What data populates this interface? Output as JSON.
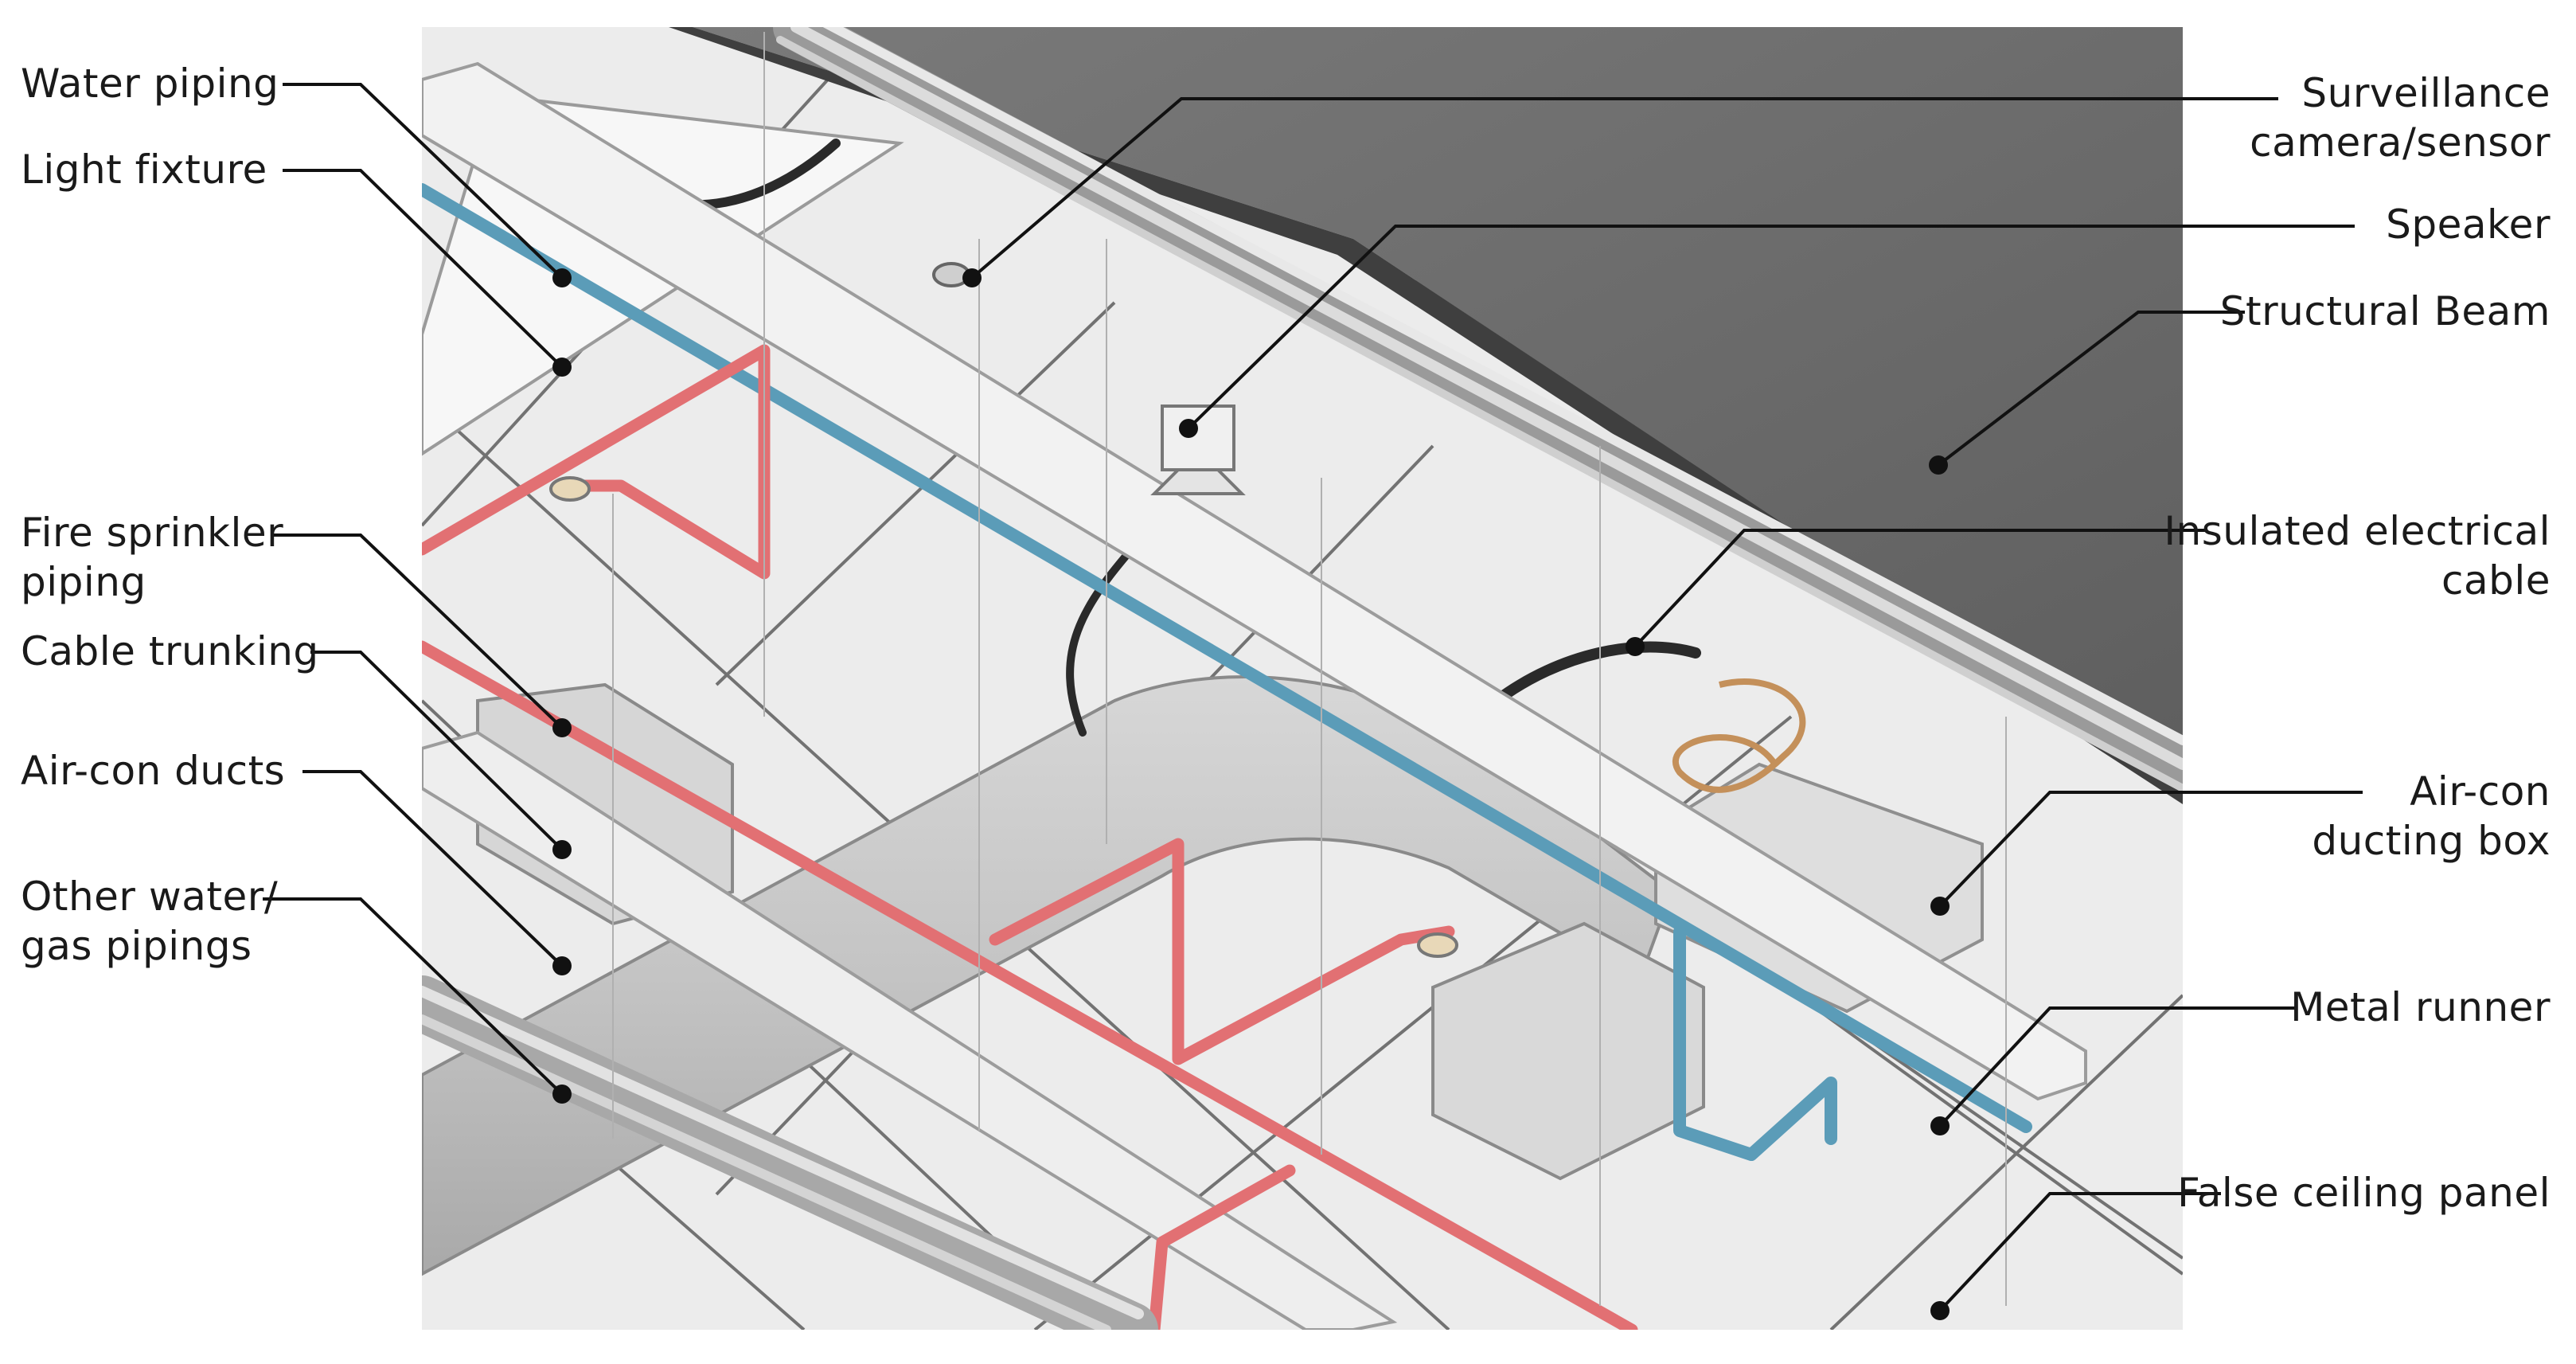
{
  "labels": {
    "left": [
      {
        "id": "water-piping",
        "text": "Water piping"
      },
      {
        "id": "light-fixture",
        "text": "Light fixture"
      },
      {
        "id": "fire-sprinkler-piping",
        "line1": "Fire sprinkler",
        "line2": "piping"
      },
      {
        "id": "cable-trunking",
        "text": "Cable trunking"
      },
      {
        "id": "air-con-ducts",
        "text": "Air-con ducts"
      },
      {
        "id": "other-water-gas-pipings",
        "line1": "Other water/",
        "line2": "gas pipings"
      }
    ],
    "right": [
      {
        "id": "surveillance-camera-sensor",
        "line1": "Surveillance",
        "line2": "camera/sensor"
      },
      {
        "id": "speaker",
        "text": "Speaker"
      },
      {
        "id": "structural-beam",
        "text": "Structural Beam"
      },
      {
        "id": "insulated-electrical-cable",
        "line1": "Insulated electrical",
        "line2": "cable"
      },
      {
        "id": "air-con-ducting-box",
        "line1": "Air-con",
        "line2": "ducting box"
      },
      {
        "id": "metal-runner",
        "text": "Metal runner"
      },
      {
        "id": "false-ceiling-panel",
        "text": "False ceiling panel"
      }
    ]
  },
  "colors": {
    "water_pipe": "#5b9cb8",
    "sprinkler_pipe": "#e27073",
    "ceiling": "#ececec",
    "beam": "#6d6d6d",
    "leader": "#111111"
  }
}
